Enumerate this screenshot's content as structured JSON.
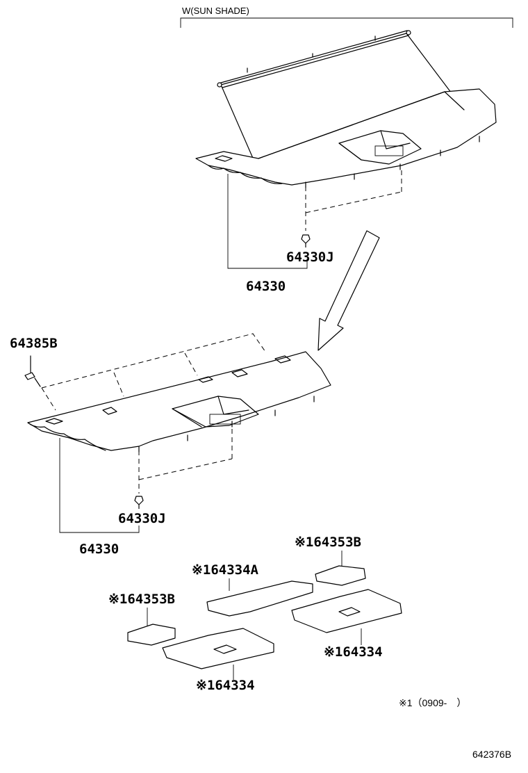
{
  "header": {
    "variant_label": "W(SUN SHADE)"
  },
  "callouts": {
    "upper_clip": "64330J",
    "upper_tray": "64330",
    "screw": "64385B",
    "lower_clip": "64330J",
    "lower_tray": "64330",
    "mat_right_small": "※164353B",
    "mat_center_long": "※164334A",
    "mat_left_small": "※164353B",
    "mat_right_large": "※164334",
    "mat_left_large": "※164334"
  },
  "footnote": "※1（0909-　）",
  "figure_id": "642376B"
}
